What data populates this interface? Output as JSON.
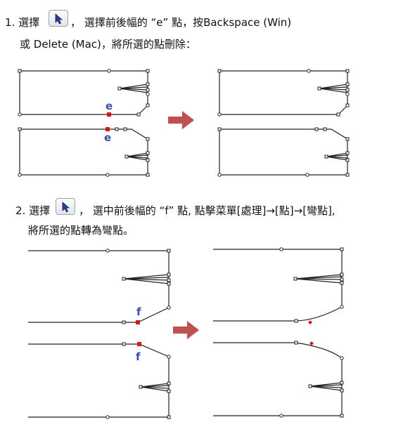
{
  "step1": {
    "number": "1.",
    "select_word": "選擇",
    "text_a": "，  選擇前後幅的 “e” 點，按Backspace (Win)",
    "text_b": "或 Delete (Mac)，將所選的點刪除："
  },
  "step2": {
    "number": "2.",
    "select_word": "選擇",
    "text_a": "，  選中前後幅的 “f” 點, 點擊菜單[處理]→[點]→[彎點],",
    "text_b": "將所選的點轉為彎點。"
  },
  "labels": {
    "point_e": "e",
    "point_f": "f"
  },
  "icons": {
    "tool": "arrow-select-icon",
    "next": "right-arrow-icon"
  },
  "colors": {
    "line": "#222222",
    "selected_point": "#d11a1a",
    "label": "#3a4fa8",
    "arrow": "#c0504d"
  }
}
